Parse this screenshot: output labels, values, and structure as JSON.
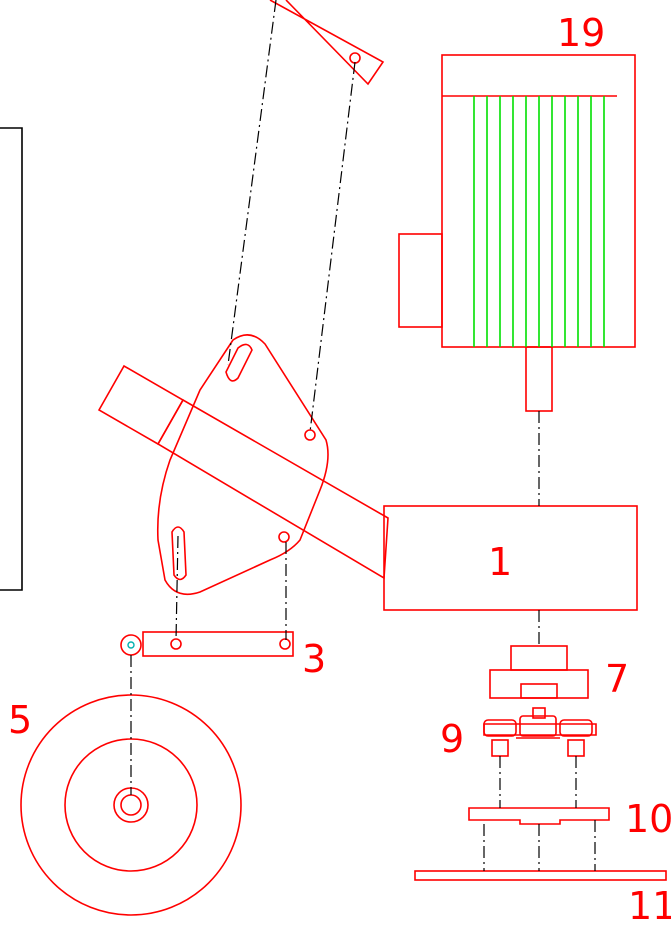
{
  "colors": {
    "outline": "#ff0000",
    "centerline": "#000000",
    "fins": "#00e000",
    "pivot": "#00b0b0",
    "background": "#ffffff"
  },
  "labels": {
    "motor": "19",
    "gearbox": "1",
    "link": "3",
    "wheel": "5",
    "coupling": "7",
    "bearing_block": "9",
    "plate": "10",
    "base": "11"
  }
}
